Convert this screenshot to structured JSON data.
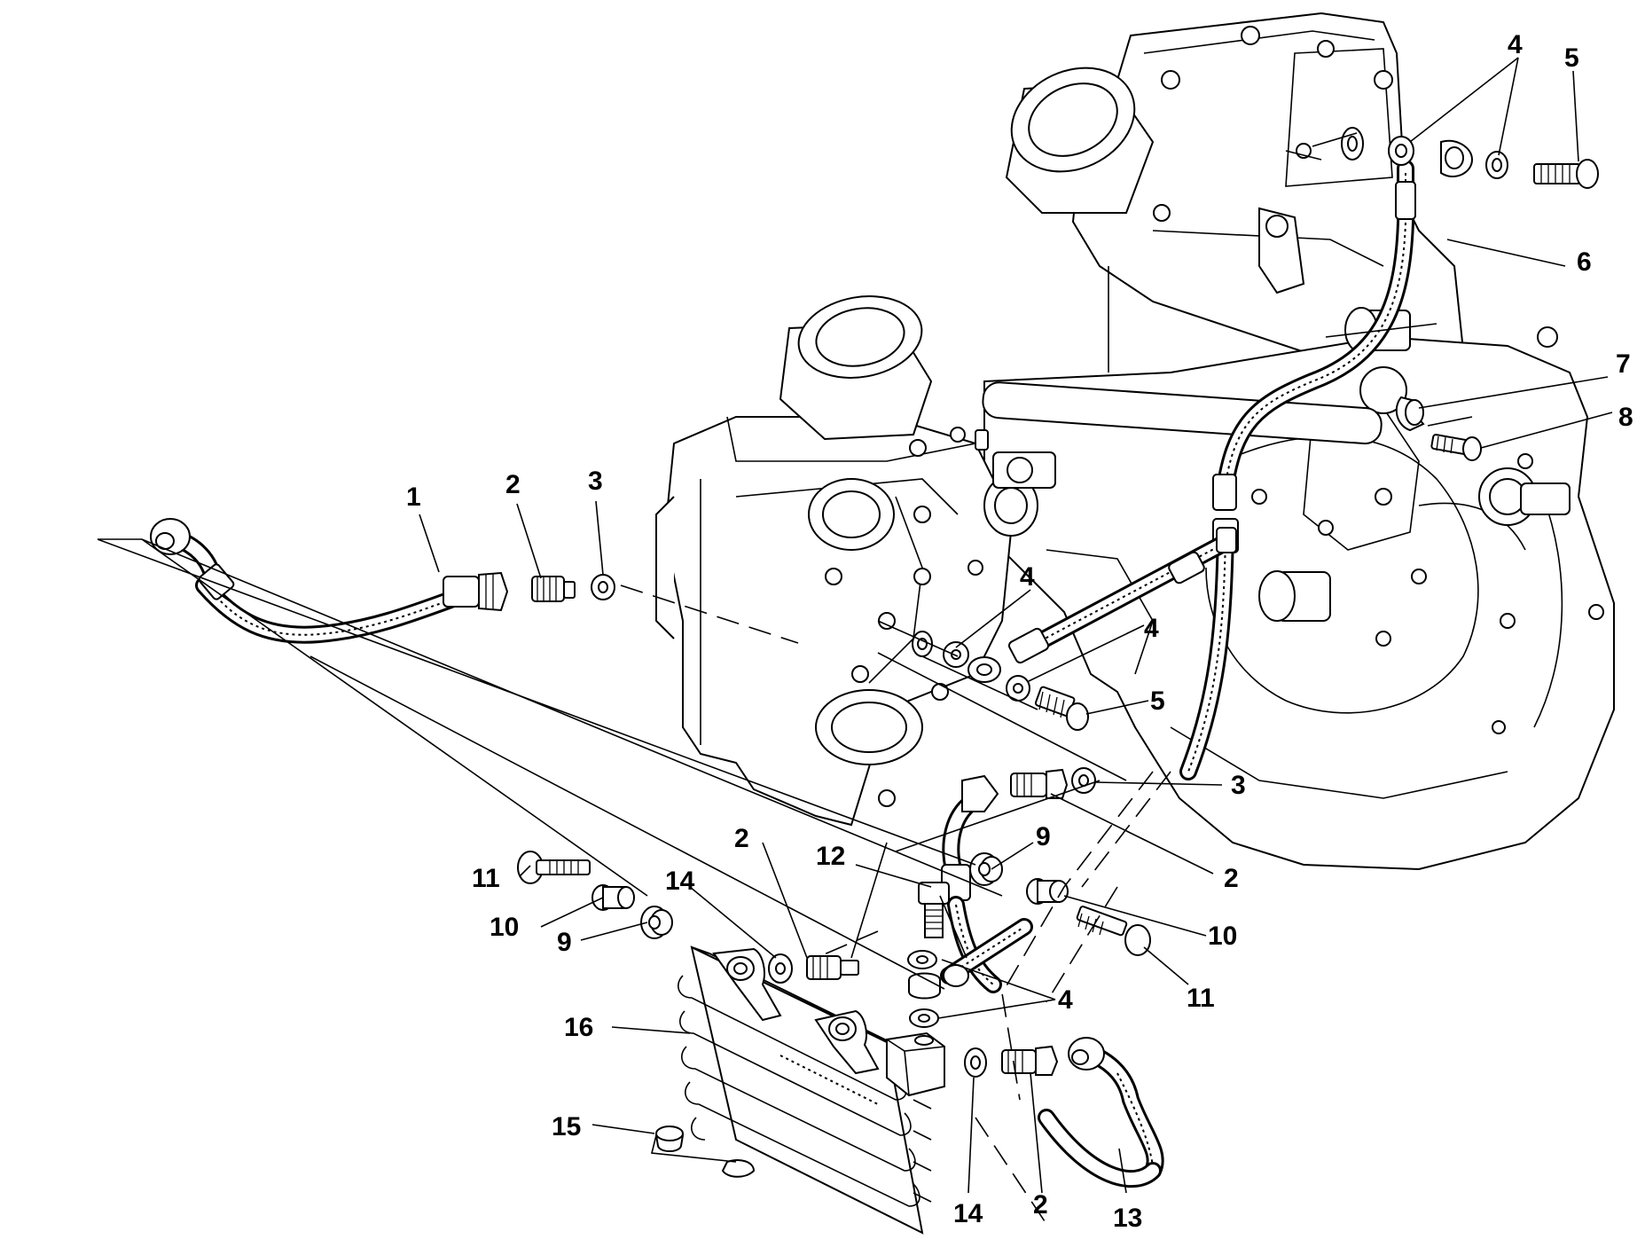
{
  "diagram": {
    "callouts": [
      {
        "id": "c1",
        "text": "1"
      },
      {
        "id": "c2a",
        "text": "2"
      },
      {
        "id": "c3a",
        "text": "3"
      },
      {
        "id": "c4a",
        "text": "4"
      },
      {
        "id": "c5a",
        "text": "5"
      },
      {
        "id": "c6",
        "text": "6"
      },
      {
        "id": "c7",
        "text": "7"
      },
      {
        "id": "c8",
        "text": "8"
      },
      {
        "id": "c4b",
        "text": "4"
      },
      {
        "id": "c4c",
        "text": "4"
      },
      {
        "id": "c5b",
        "text": "5"
      },
      {
        "id": "c3b",
        "text": "3"
      },
      {
        "id": "c2b",
        "text": "2"
      },
      {
        "id": "c9a",
        "text": "9"
      },
      {
        "id": "c10a",
        "text": "10"
      },
      {
        "id": "c11a",
        "text": "11"
      },
      {
        "id": "c12",
        "text": "12"
      },
      {
        "id": "c2c",
        "text": "2"
      },
      {
        "id": "c14a",
        "text": "14"
      },
      {
        "id": "c11b",
        "text": "11"
      },
      {
        "id": "c10b",
        "text": "10"
      },
      {
        "id": "c9b",
        "text": "9"
      },
      {
        "id": "c4d",
        "text": "4"
      },
      {
        "id": "c16",
        "text": "16"
      },
      {
        "id": "c15",
        "text": "15"
      },
      {
        "id": "c14b",
        "text": "14"
      },
      {
        "id": "c2d",
        "text": "2"
      },
      {
        "id": "c13",
        "text": "13"
      }
    ]
  }
}
